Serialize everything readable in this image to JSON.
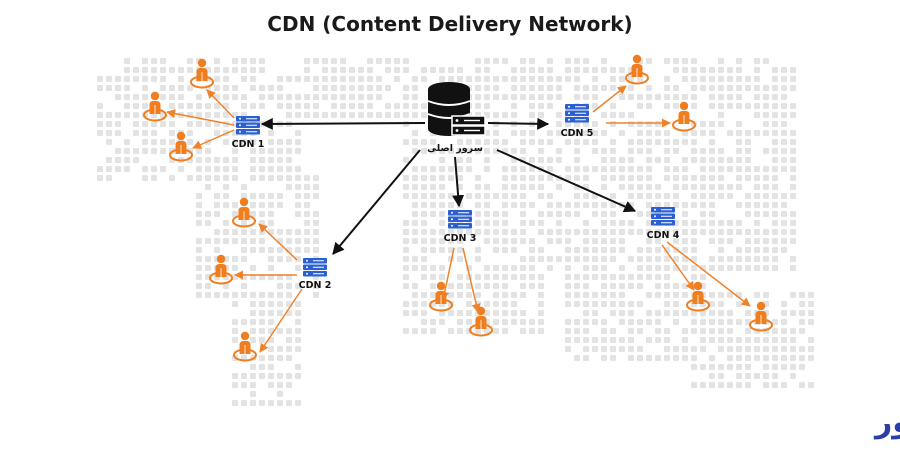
{
  "title": "CDN (Content Delivery Network)",
  "origin": {
    "label": "سرور اصلی",
    "icon": "database-server-icon"
  },
  "cdn_nodes": [
    {
      "id": "cdn1",
      "label": "CDN 1",
      "users": 3
    },
    {
      "id": "cdn2",
      "label": "CDN 2",
      "users": 3
    },
    {
      "id": "cdn3",
      "label": "CDN 3",
      "users": 2
    },
    {
      "id": "cdn4",
      "label": "CDN 4",
      "users": 2
    },
    {
      "id": "cdn5",
      "label": "CDN 5",
      "users": 2
    }
  ],
  "brand": {
    "text": "ایران سرور"
  },
  "colors": {
    "title": "#1a1a1a",
    "map_dots": "#e3e3e3",
    "origin_arrow": "#111111",
    "user_arrow": "#f0822a",
    "user": "#f07d1e",
    "cdn_server": "#2b5fd4",
    "origin_server": "#111111",
    "brand": "#2c3fa8"
  }
}
